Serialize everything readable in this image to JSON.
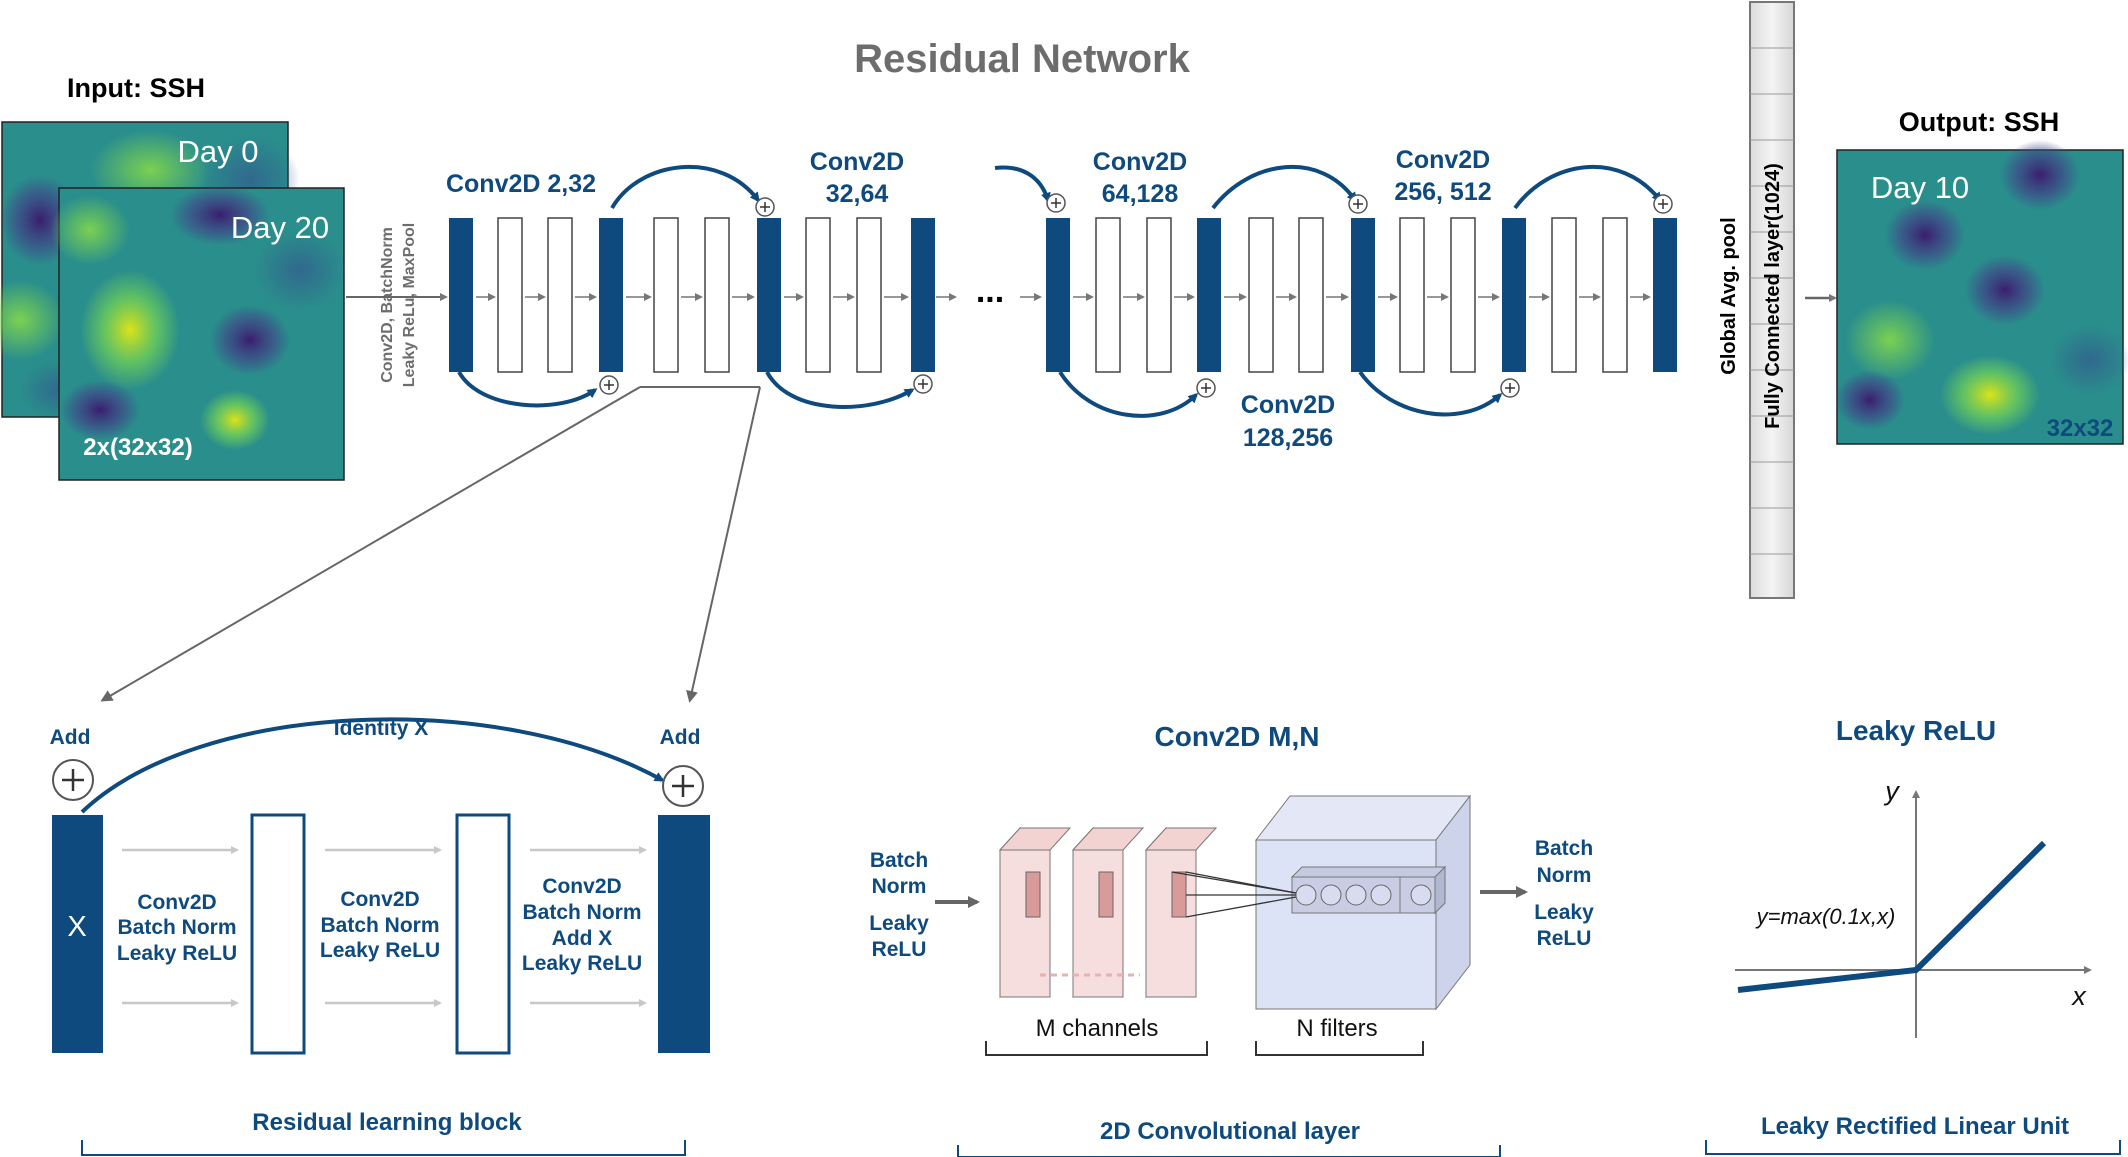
{
  "title": "Residual Network",
  "input": {
    "label": "Input: SSH",
    "day_back": "Day 0",
    "day_front": "Day 20",
    "size": "2x(32x32)"
  },
  "output": {
    "label": "Output: SSH",
    "day": "Day 10",
    "size": "32x32"
  },
  "stem": {
    "line1": "Conv2D, BatchNorm",
    "line2": "Leaky ReLu, MaxPool"
  },
  "layers": {
    "conv_2_32": "Conv2D 2,32",
    "conv_32_64_a": "Conv2D",
    "conv_32_64_b": "32,64",
    "conv_64_128_a": "Conv2D",
    "conv_64_128_b": "64,128",
    "conv_128_256_a": "Conv2D",
    "conv_128_256_b": "128,256",
    "conv_256_512_a": "Conv2D",
    "conv_256_512_b": "256, 512",
    "ellipsis": "..."
  },
  "pool": "Global Avg. pool",
  "fc": "Fully Connected layer(1024)",
  "residual_block": {
    "add_left": "Add",
    "add_right": "Add",
    "identity": "Identity X",
    "x": "X",
    "stage1": [
      "Conv2D",
      "Batch Norm",
      "Leaky ReLU"
    ],
    "stage2": [
      "Conv2D",
      "Batch Norm",
      "Leaky ReLU"
    ],
    "stage3": [
      "Conv2D",
      "Batch Norm",
      "Add X",
      "Leaky ReLU"
    ],
    "caption": "Residual learning block"
  },
  "conv_layer": {
    "title": "Conv2D M,N",
    "in_1": "Batch",
    "in_2": "Norm",
    "in_3": "Leaky",
    "in_4": "ReLU",
    "out_1": "Batch",
    "out_2": "Norm",
    "out_3": "Leaky",
    "out_4": "ReLU",
    "m_channels": "M channels",
    "n_filters": "N filters",
    "caption": "2D Convolutional layer"
  },
  "leaky": {
    "title": "Leaky ReLU",
    "y": "y",
    "x": "x",
    "formula": "y=max(0.1x,x)",
    "caption": "Leaky Rectified Linear Unit"
  },
  "colors": {
    "primary": "#0e4a7e",
    "arrow_gray": "#666666",
    "light_arrow": "#cccccc",
    "title_gray": "#6d6d6d"
  }
}
